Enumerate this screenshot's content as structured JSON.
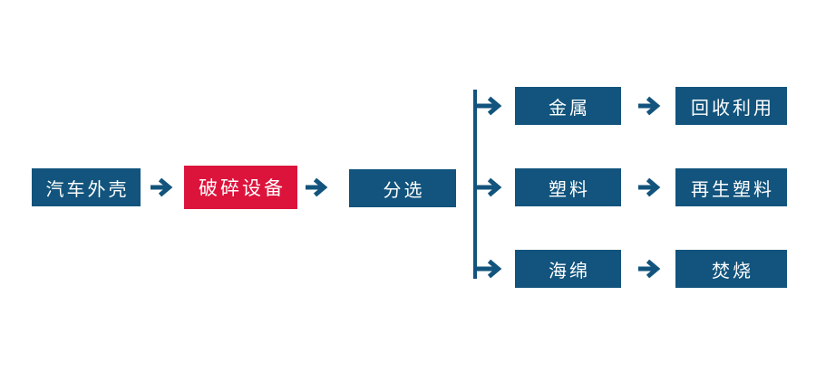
{
  "diagram": {
    "description": "Car shell recycling process flowchart",
    "colors": {
      "node_fill": "#12547D",
      "highlight_fill": "#DC143C",
      "connector": "#12547D",
      "label_text": "#FFFFFF",
      "background": "#FFFFFF"
    },
    "main_flow": [
      {
        "id": "car-shell",
        "label": "汽车外壳",
        "style": "primary"
      },
      {
        "id": "crushing-equipment",
        "label": "破碎设备",
        "style": "highlight"
      },
      {
        "id": "sorting",
        "label": "分选",
        "style": "primary"
      }
    ],
    "branches": [
      {
        "material": "金属",
        "outcome": "回收利用"
      },
      {
        "material": "塑料",
        "outcome": "再生塑料"
      },
      {
        "material": "海绵",
        "outcome": "焚烧"
      }
    ]
  }
}
